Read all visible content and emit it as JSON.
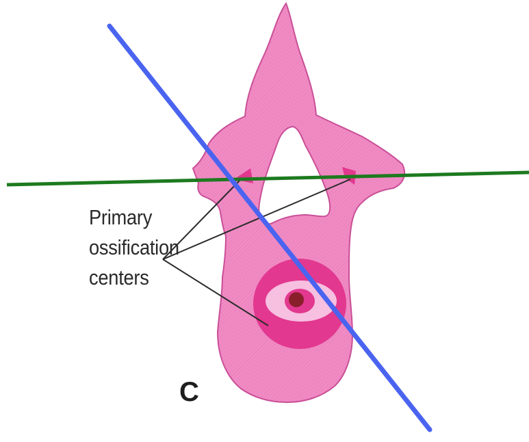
{
  "diagram": {
    "label_lines": [
      "Primary",
      "ossification",
      "centers"
    ],
    "panel_letter": "C",
    "colors": {
      "vertebra_fill": "#f08bc4",
      "vertebra_outline": "#c94f97",
      "ossification_center": "#e2388f",
      "ossification_ring": "#f7bfe0",
      "nucleus": "#8a1f2c",
      "blue_line": "#4a64f0",
      "green_line": "#1d7a1f",
      "pointer_line": "#2b2b2b"
    }
  }
}
